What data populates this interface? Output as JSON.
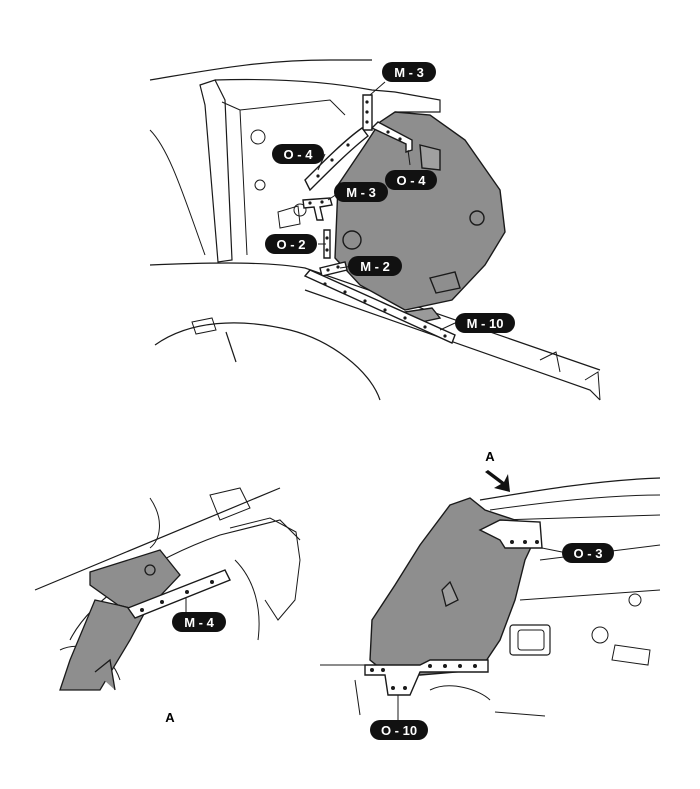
{
  "labels": {
    "m3_top": "M - 3",
    "o4_left": "O - 4",
    "o4_right": "O - 4",
    "m3_mid": "M - 3",
    "o2": "O - 2",
    "m2": "M - 2",
    "m10": "M - 10",
    "m4": "M - 4",
    "o3": "O - 3",
    "o10": "O - 10"
  },
  "view": {
    "arrow_letter": "A",
    "caption": "A"
  },
  "colors": {
    "panel_fill": "#8e8e8e",
    "line": "#1a1a1a",
    "thin_line": "#555555",
    "label_bg": "#111111"
  }
}
